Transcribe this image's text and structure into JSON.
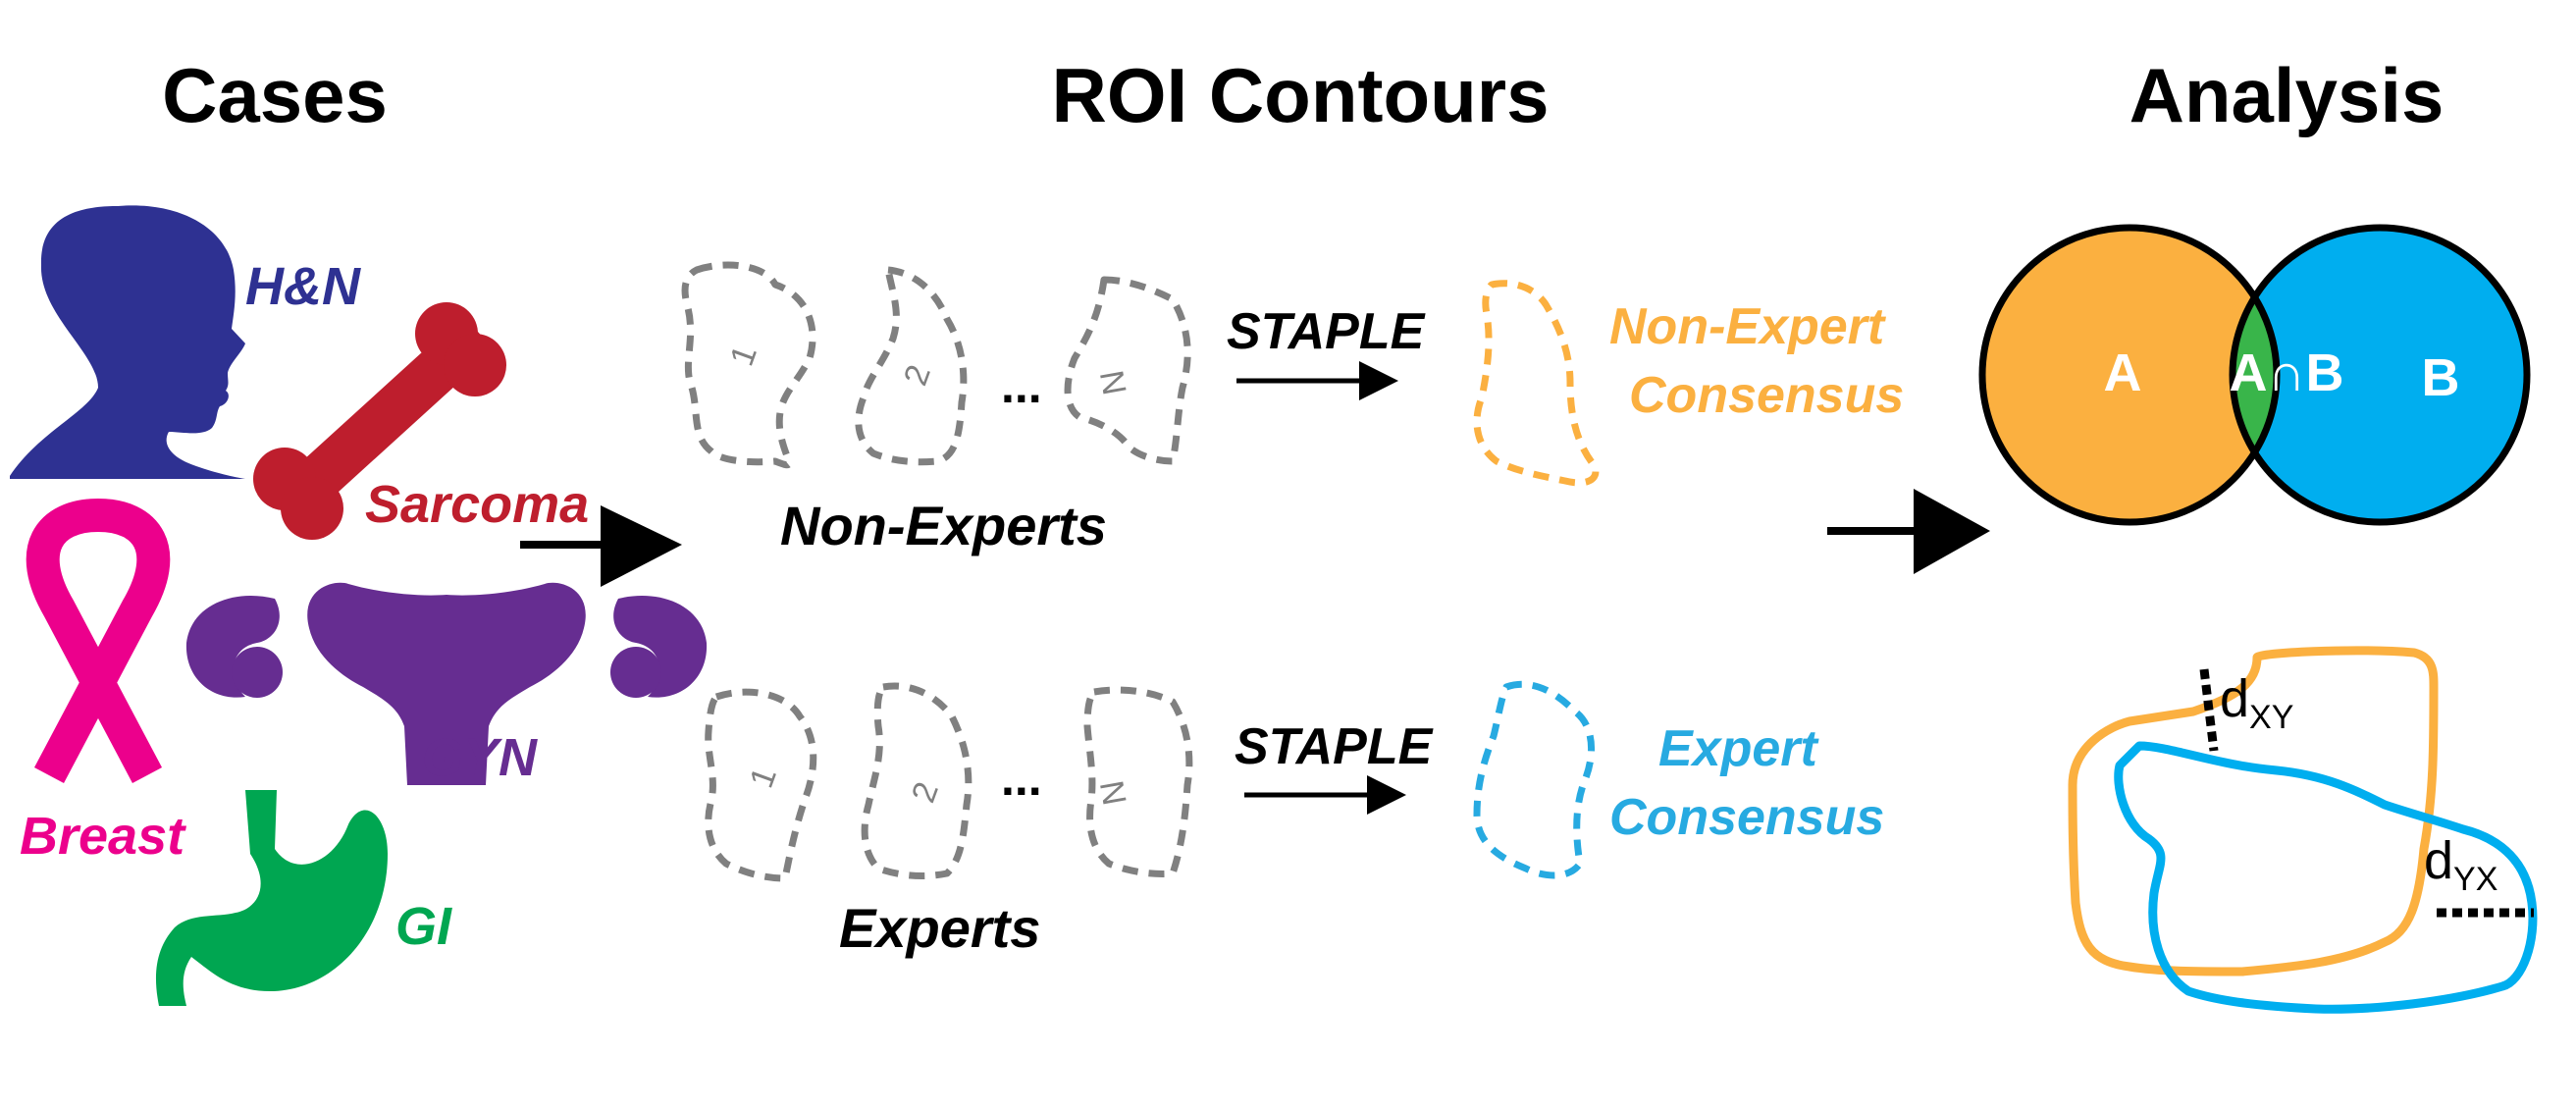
{
  "headings": {
    "cases": "Cases",
    "roi_contours": "ROI Contours",
    "analysis": "Analysis"
  },
  "cases": [
    {
      "label": "H&N",
      "icon": "head-profile-icon",
      "color": "#2e3192"
    },
    {
      "label": "Sarcoma",
      "icon": "bone-icon",
      "color": "#be1e2d"
    },
    {
      "label": "Breast",
      "icon": "awareness-ribbon-icon",
      "color": "#ec008c"
    },
    {
      "label": "GYN",
      "icon": "uterus-icon",
      "color": "#662d91"
    },
    {
      "label": "GI",
      "icon": "stomach-icon",
      "color": "#00a651"
    }
  ],
  "roi": {
    "nonexperts": {
      "group_label": "Non-Experts",
      "contour_labels": [
        "1",
        "2",
        "N"
      ],
      "ellipsis": "...",
      "method": "STAPLE",
      "consensus_line1": "Non-Expert",
      "consensus_line2": "Consensus",
      "consensus_color": "#fbb040"
    },
    "experts": {
      "group_label": "Experts",
      "contour_labels": [
        "1",
        "2",
        "N"
      ],
      "ellipsis": "...",
      "method": "STAPLE",
      "consensus_line1": "Expert",
      "consensus_line2": "Consensus",
      "consensus_color": "#27aae1"
    },
    "contour_color": "#808080"
  },
  "analysis": {
    "venn": {
      "a_label": "A",
      "intersection_label": "A∩B",
      "b_label": "B",
      "a_color": "#fbb040",
      "b_color": "#00aeef",
      "intersection_color": "#39b54a"
    },
    "distance": {
      "dxy_base": "d",
      "dxy_sub": "XY",
      "dyx_base": "d",
      "dyx_sub": "YX",
      "x_color": "#fbb040",
      "y_color": "#00aeef"
    }
  }
}
